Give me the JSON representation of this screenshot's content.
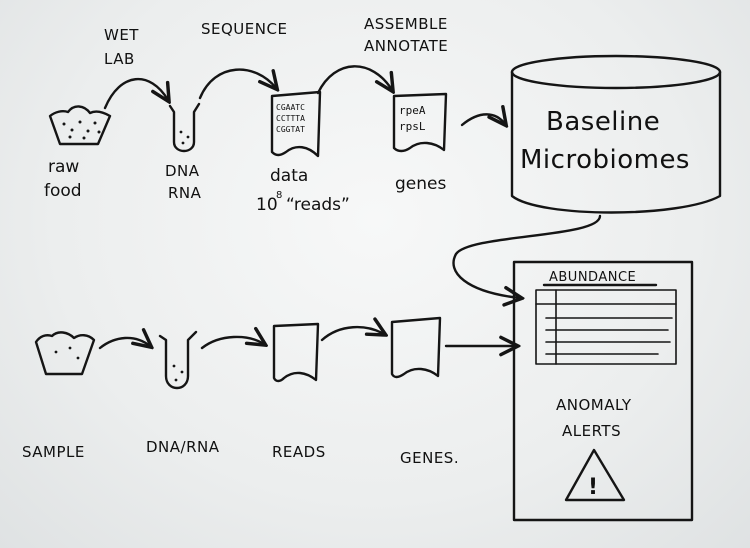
{
  "steps_top": {
    "wet_lab": [
      "WET",
      "LAB"
    ],
    "sequence": "SEQUENCE",
    "assemble": "ASSEMBLE",
    "annotate": "ANNOTATE"
  },
  "top_row": {
    "raw_food": [
      "raw",
      "food"
    ],
    "dna_rna": [
      "DNA",
      "RNA"
    ],
    "data": "data",
    "reads_count": "10",
    "reads_exp": "8",
    "reads_word": "“reads”",
    "seq_lines": [
      "CGAATC",
      "CCTTTA",
      "CGGTAT"
    ],
    "gene_lines": [
      "rpeA",
      "rpsL"
    ],
    "genes": "genes"
  },
  "database": {
    "line1": "Baseline",
    "line2": "Microbiomes"
  },
  "report": {
    "abundance": "ABUNDANCE",
    "anomaly": "ANOMALY",
    "alerts": "ALERTS",
    "warning_glyph": "!"
  },
  "bottom_row": {
    "sample": "SAMPLE",
    "dna_rna": "DNA/RNA",
    "reads": "READS",
    "genes": "GENES."
  }
}
